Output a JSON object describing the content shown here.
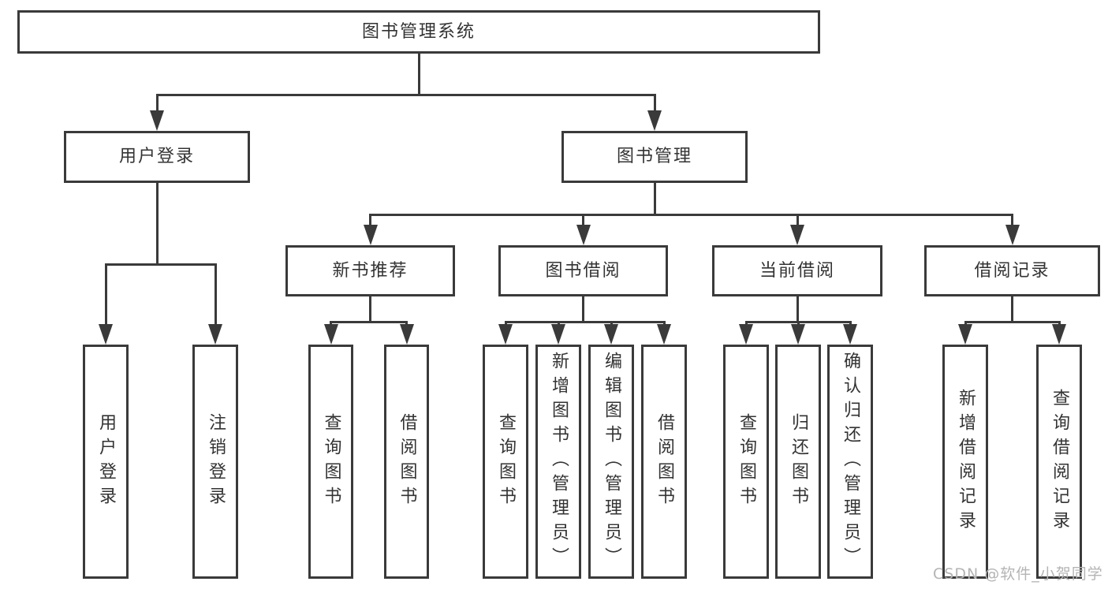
{
  "title": "图书管理系统",
  "colors": {
    "line": "#3a3a3a",
    "box_border": "#3a3a3a",
    "text": "#333333",
    "background": "#ffffff",
    "watermark": "#b4b4b4"
  },
  "watermark": {
    "text": "CSDN @软件_小贺同学"
  },
  "nodes": [
    {
      "id": "root",
      "label": "图书管理系统",
      "parent": null
    },
    {
      "id": "login",
      "label": "用户登录",
      "parent": "root"
    },
    {
      "id": "mgmt",
      "label": "图书管理",
      "parent": "root"
    },
    {
      "id": "leaf-user-login",
      "label": "用户登录",
      "parent": "login"
    },
    {
      "id": "leaf-logout",
      "label": "注销登录",
      "parent": "login"
    },
    {
      "id": "rec",
      "label": "新书推荐",
      "parent": "mgmt"
    },
    {
      "id": "borrow",
      "label": "图书借阅",
      "parent": "mgmt"
    },
    {
      "id": "current",
      "label": "当前借阅",
      "parent": "mgmt"
    },
    {
      "id": "record",
      "label": "借阅记录",
      "parent": "mgmt"
    },
    {
      "id": "leaf-rec-query",
      "label": "查询图书",
      "parent": "rec"
    },
    {
      "id": "leaf-rec-borrow",
      "label": "借阅图书",
      "parent": "rec"
    },
    {
      "id": "leaf-borrow-query",
      "label": "查询图书",
      "parent": "borrow"
    },
    {
      "id": "leaf-borrow-add",
      "label": "新增图书（管理员）",
      "parent": "borrow"
    },
    {
      "id": "leaf-borrow-edit",
      "label": "编辑图书（管理员）",
      "parent": "borrow"
    },
    {
      "id": "leaf-borrow-borrow",
      "label": "借阅图书",
      "parent": "borrow"
    },
    {
      "id": "leaf-current-query",
      "label": "查询图书",
      "parent": "current"
    },
    {
      "id": "leaf-current-return",
      "label": "归还图书",
      "parent": "current"
    },
    {
      "id": "leaf-current-confirm",
      "label": "确认归还（管理员）",
      "parent": "current"
    },
    {
      "id": "leaf-record-add",
      "label": "新增借阅记录",
      "parent": "record"
    },
    {
      "id": "leaf-record-query",
      "label": "查询借阅记录",
      "parent": "record"
    }
  ]
}
